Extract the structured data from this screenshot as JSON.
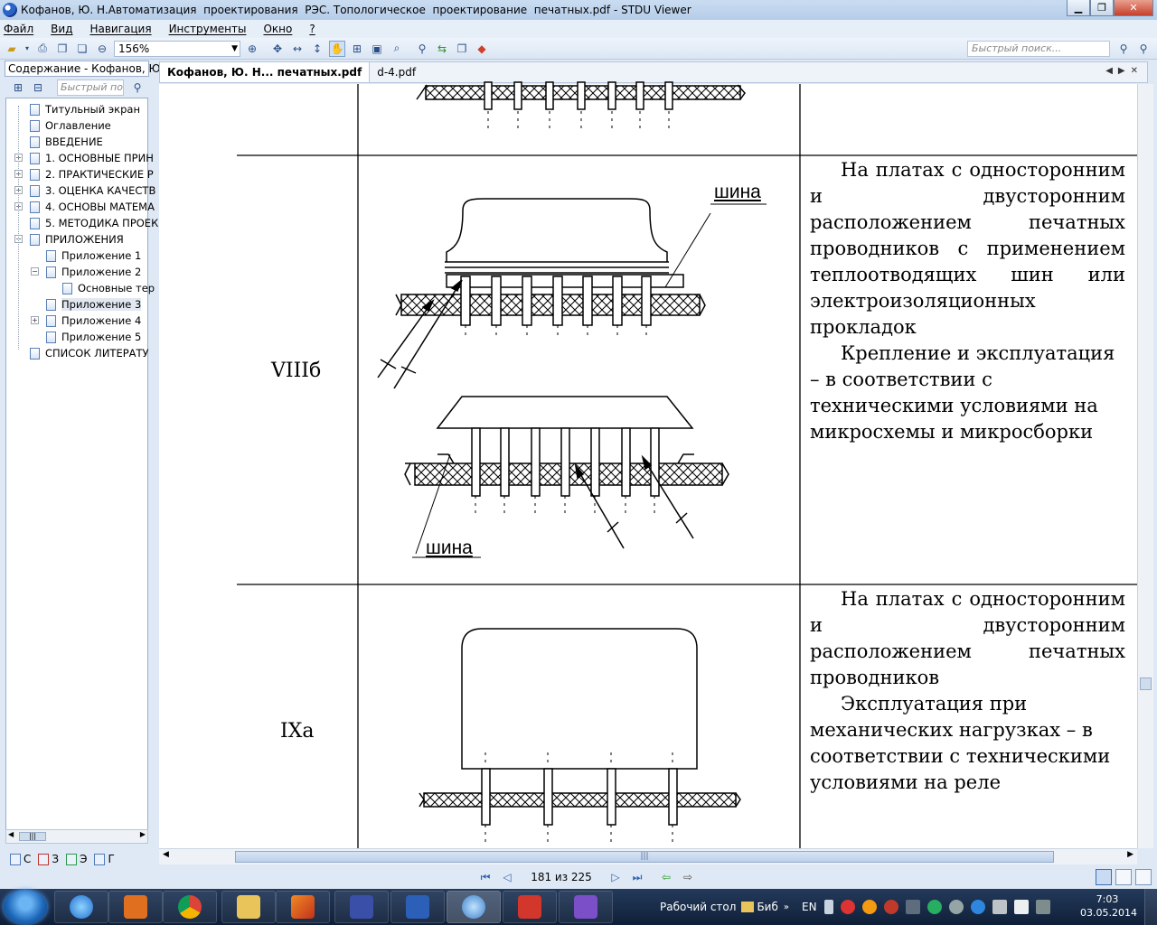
{
  "window": {
    "title": "Кофанов, Ю. Н.Автоматизация  проектирования  РЭС. Топологическое  проектирование  печатных.pdf - STDU Viewer"
  },
  "menu": [
    "Файл",
    "Вид",
    "Навигация",
    "Инструменты",
    "Окно",
    "?"
  ],
  "toolbar": {
    "zoom": "156%",
    "search_placeholder": "Быстрый поиск..."
  },
  "sidebar": {
    "tab_label": "Содержание - Кофанов, Ю.",
    "search_placeholder": "Быстрый по",
    "items": [
      {
        "label": "Титульный экран",
        "level": 0,
        "expander": ""
      },
      {
        "label": "Оглавление",
        "level": 0,
        "expander": ""
      },
      {
        "label": "ВВЕДЕНИЕ",
        "level": 0,
        "expander": ""
      },
      {
        "label": "1. ОСНОВНЫЕ  ПРИН",
        "level": 0,
        "expander": "+"
      },
      {
        "label": "2. ПРАКТИЧЕСКИЕ Р",
        "level": 0,
        "expander": "+"
      },
      {
        "label": "3. ОЦЕНКА КАЧЕСТВ",
        "level": 0,
        "expander": "+"
      },
      {
        "label": "4. ОСНОВЫ  МАТЕМА",
        "level": 0,
        "expander": "+"
      },
      {
        "label": "5. МЕТОДИКА ПРОЕК",
        "level": 0,
        "expander": ""
      },
      {
        "label": "ПРИЛОЖЕНИЯ",
        "level": 0,
        "expander": "−"
      },
      {
        "label": "Приложение 1",
        "level": 1,
        "expander": ""
      },
      {
        "label": "Приложение 2",
        "level": 1,
        "expander": "−"
      },
      {
        "label": "Основные тер",
        "level": 2,
        "expander": ""
      },
      {
        "label": "Приложение 3",
        "level": 1,
        "expander": "",
        "selected": true
      },
      {
        "label": "Приложение 4",
        "level": 1,
        "expander": "+"
      },
      {
        "label": "Приложение 5",
        "level": 1,
        "expander": ""
      },
      {
        "label": "СПИСОК  ЛИТЕРАТУ",
        "level": 0,
        "expander": ""
      }
    ],
    "bottom_tabs": [
      "С",
      "З",
      "Э",
      "Г"
    ]
  },
  "tabs": [
    {
      "label": "Кофанов, Ю. Н...  печатных.pdf",
      "active": true
    },
    {
      "label": "d-4.pdf",
      "active": false
    }
  ],
  "document": {
    "row1": {
      "label": "VIIIб",
      "para1": "На платах с односторонним и двусторонним расположением печатных проводников с применением теплоотводящих шин или электроизоляционных прокладок",
      "para2": "Крепление и эксплуатация – в соответствии с техническими условиями на микросхемы и микросборки",
      "drawing_label_top": "шина",
      "drawing_label_bottom": "шина"
    },
    "row2": {
      "label": "IXa",
      "para1": "На платах с односторонним и двусторонним расположением печатных проводников",
      "para2": "Эксплуатация при механических нагрузках – в соответствии с техническими условиями на реле"
    }
  },
  "status": {
    "page_indicator": "181 из 225"
  },
  "taskbar": {
    "desktop_label": "Рабочий стол",
    "folder_label": "Биб",
    "lang": "EN",
    "time": "7:03",
    "date": "03.05.2014"
  }
}
